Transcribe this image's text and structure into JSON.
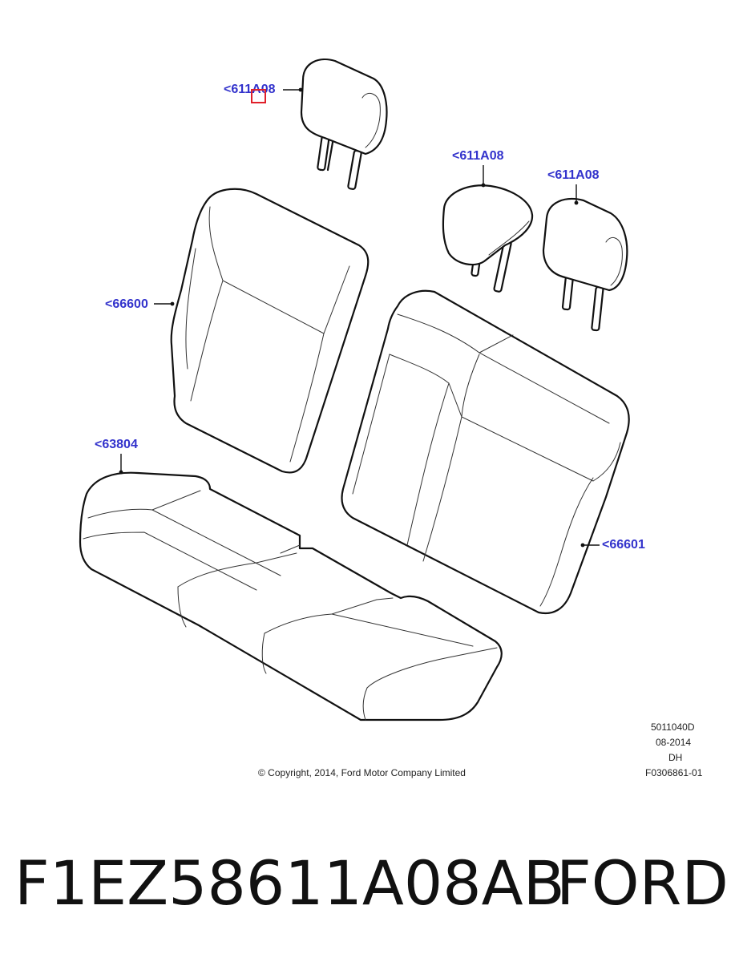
{
  "diagram": {
    "callouts": {
      "headrest_top": "<611A08",
      "headrest_mid": "<611A08",
      "headrest_right": "<611A08",
      "backrest_left": "<66600",
      "cushion": "<63804",
      "backrest_right": "<66601"
    },
    "metadata": {
      "doc_number": "5011040D",
      "date": "08-2014",
      "initials": "DH",
      "figure_id": "F0306861-01",
      "copyright": "© Copyright, 2014, Ford Motor Company Limited"
    },
    "highlight_color": "#e0202a",
    "callout_color": "#3333cc"
  },
  "footer": {
    "part_number": "F1EZ58611A08AB",
    "brand": "FORD"
  }
}
